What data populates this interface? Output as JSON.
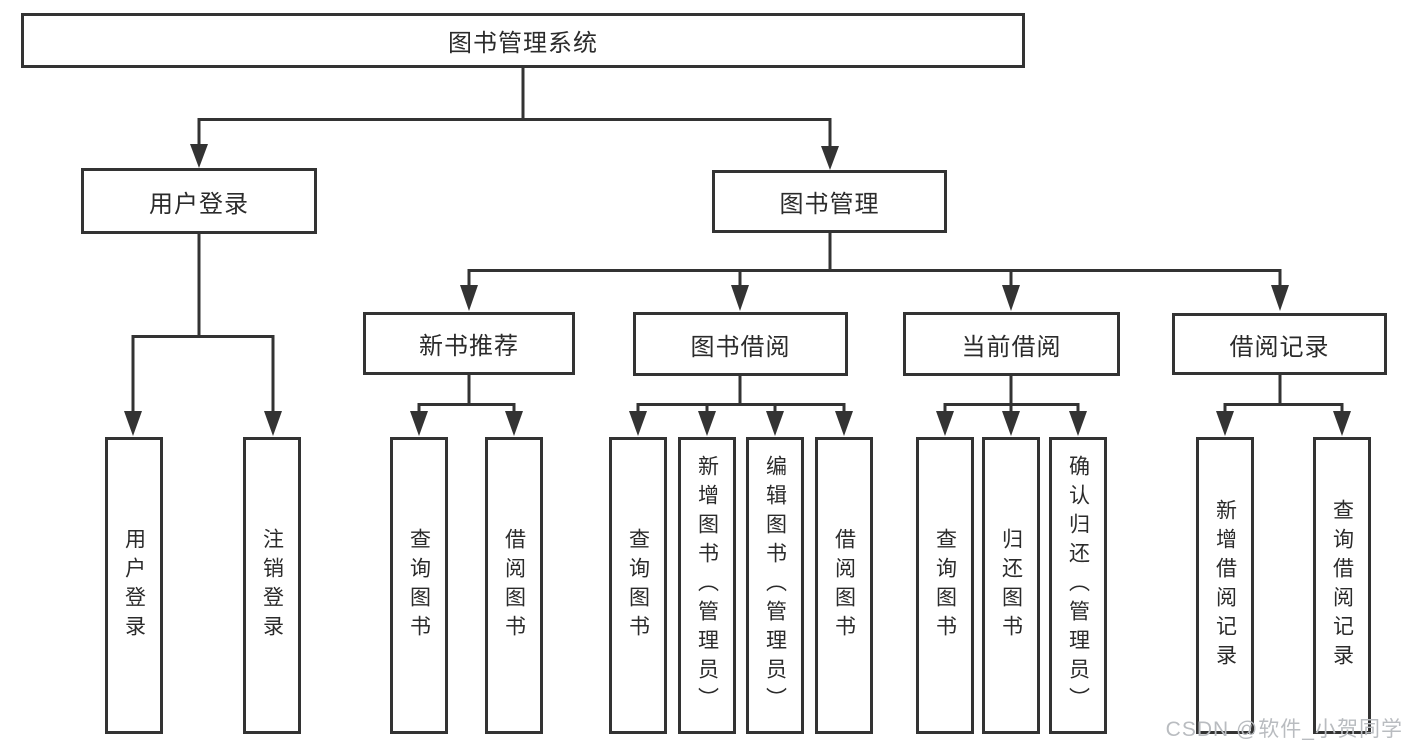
{
  "tree": {
    "label": "图书管理系统",
    "children": [
      {
        "label": "用户登录",
        "children": [
          {
            "label": "用户登录"
          },
          {
            "label": "注销登录"
          }
        ]
      },
      {
        "label": "图书管理",
        "children": [
          {
            "label": "新书推荐",
            "children": [
              {
                "label": "查询图书"
              },
              {
                "label": "借阅图书"
              }
            ]
          },
          {
            "label": "图书借阅",
            "children": [
              {
                "label": "查询图书"
              },
              {
                "label": "新增图书（管理员）"
              },
              {
                "label": "编辑图书（管理员）"
              },
              {
                "label": "借阅图书"
              }
            ]
          },
          {
            "label": "当前借阅",
            "children": [
              {
                "label": "查询图书"
              },
              {
                "label": "归还图书"
              },
              {
                "label": "确认归还（管理员）"
              }
            ]
          },
          {
            "label": "借阅记录",
            "children": [
              {
                "label": "新增借阅记录"
              },
              {
                "label": "查询借阅记录"
              }
            ]
          }
        ]
      }
    ]
  },
  "watermark": "CSDN @软件_小贺同学",
  "colors": {
    "line": "#333333",
    "text": "#2b2b2b",
    "watermark": "#b9bcc0",
    "background": "#ffffff"
  }
}
